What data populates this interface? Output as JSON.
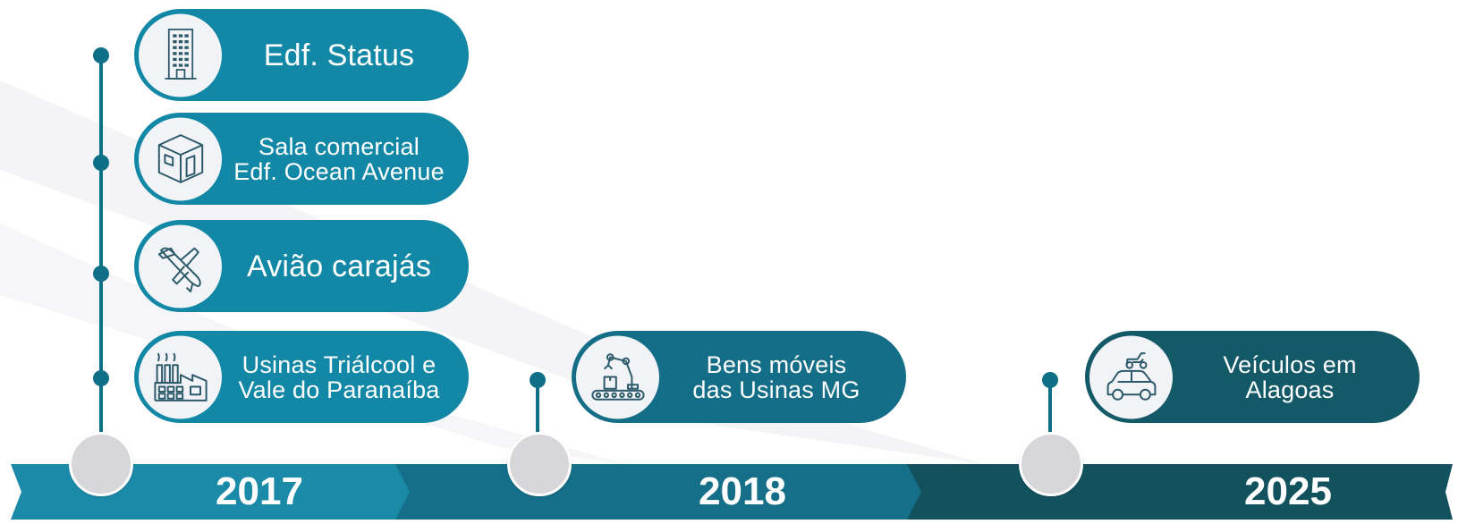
{
  "items": [
    {
      "label": "Edf. Status",
      "icon": "building-icon"
    },
    {
      "label": "Sala comercial\nEdf. Ocean Avenue",
      "icon": "room-cube-icon"
    },
    {
      "label": "Avião carajás",
      "icon": "airplane-icon"
    },
    {
      "label": "Usinas Triálcool e\nVale do Paranaíba",
      "icon": "factory-icon"
    },
    {
      "label": "Bens móveis\ndas Usinas MG",
      "icon": "robot-arm-conveyor-icon"
    },
    {
      "label": "Veículos em\nAlagoas",
      "icon": "car-scooter-icon"
    }
  ],
  "years": [
    "2017",
    "2018",
    "2025"
  ],
  "colors": {
    "band_2017": "#1a8aa8",
    "band_2018": "#156f88",
    "band_2025": "#12525e",
    "pill_2017": "#1288a6",
    "pill_2018": "#146e87",
    "pill_2025": "#135967",
    "node": "#d7d7d9",
    "line": "#0f6f87"
  }
}
